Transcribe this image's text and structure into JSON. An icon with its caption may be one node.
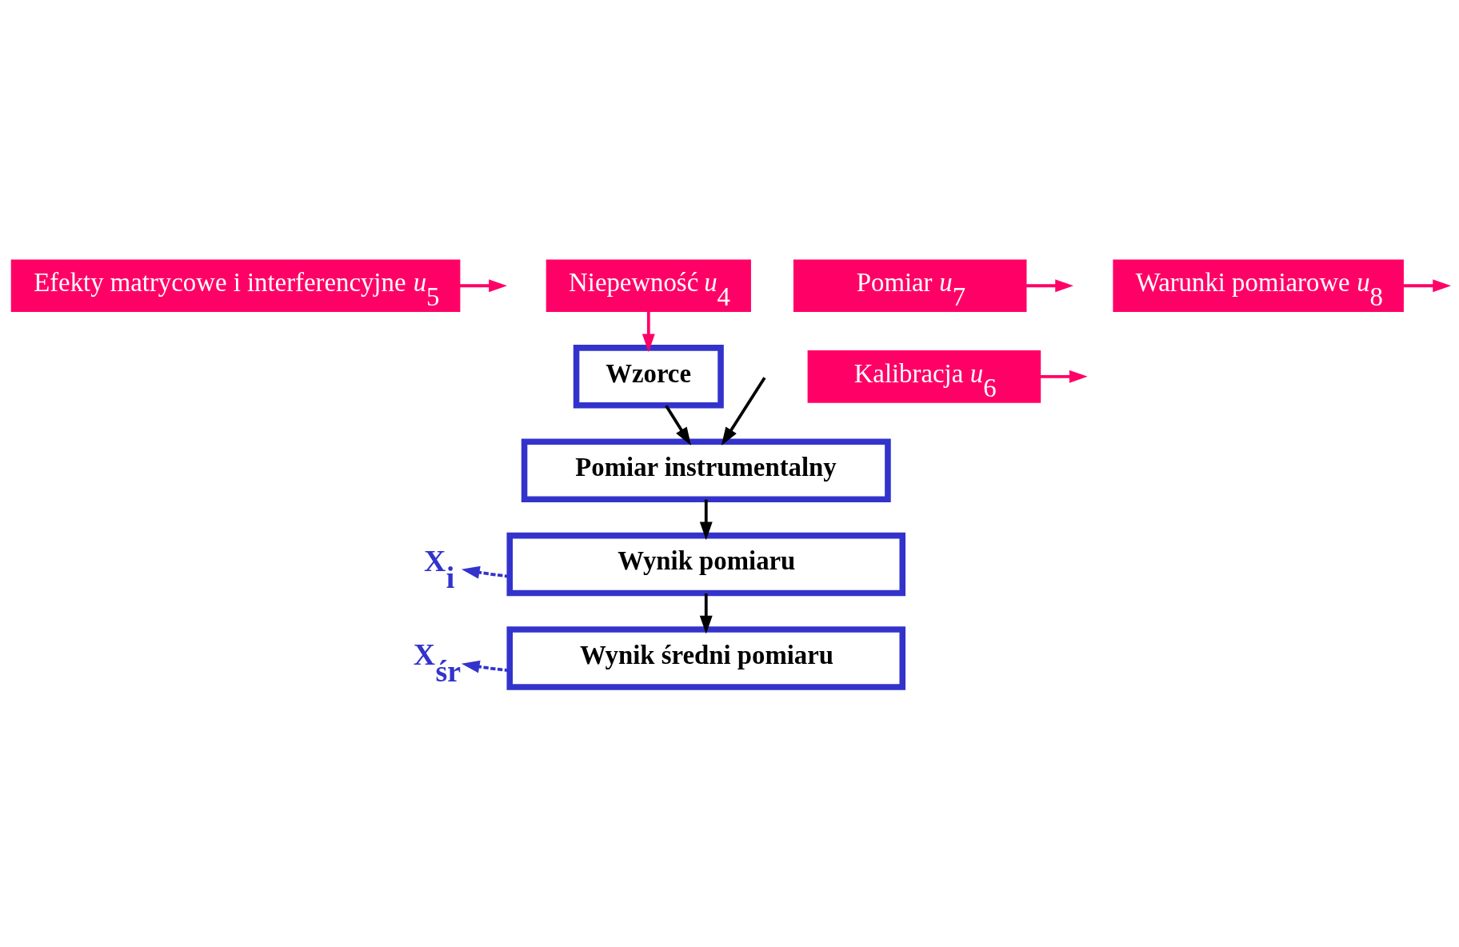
{
  "diagram": {
    "nodes": [
      {
        "text": [
          "Efekty matrycowe i interferencyjne *u*$_{5}$"
        ]
      },
      {
        "text": [
          "Pomiar instrumentalny"
        ]
      },
      {
        "text": [
          "Kalibracja *u*$_{6}$"
        ]
      },
      {
        "text": [
          "Pomiar *u*$_{7}$"
        ]
      },
      {
        "text": [
          "Wzorce"
        ]
      },
      {
        "text": [
          "Niepewność *u*$_{4}$"
        ]
      },
      {
        "text": [
          "X$_{i}$"
        ]
      },
      {
        "text": [
          "Wynik pomiaru"
        ]
      },
      {
        "text": [
          "Warunki pomiarowe *u*$_{8}$"
        ]
      },
      {
        "text": [
          "X$_{śr}$"
        ]
      },
      {
        "text": [
          "Wynik średni pomiaru"
        ]
      }
    ],
    "edges": [
      {
        "from": null,
        "to": 1,
        "arrow": "to",
        "color": "#000000"
      },
      {
        "from": 0,
        "to": null,
        "arrow": "to"
      },
      {
        "from": 1,
        "to": 7,
        "arrow": "to",
        "color": "#000000"
      },
      {
        "from": 2,
        "to": null,
        "arrow": "to"
      },
      {
        "from": 3,
        "to": null,
        "arrow": "to"
      },
      {
        "from": 4,
        "to": 1,
        "arrow": "to",
        "color": "#000000"
      },
      {
        "from": 5,
        "to": 4,
        "arrow": "to"
      },
      {
        "from": 7,
        "to": 6,
        "arrow": "to",
        "style": "dashed",
        "color": "#3333cc"
      },
      {
        "from": 7,
        "to": 10,
        "arrow": "to",
        "color": "#000000"
      },
      {
        "from": 8,
        "to": null,
        "arrow": "to"
      },
      {
        "from": 10,
        "to": 9,
        "arrow": "to",
        "style": "dashed",
        "color": "#3333cc"
      }
    ]
  }
}
